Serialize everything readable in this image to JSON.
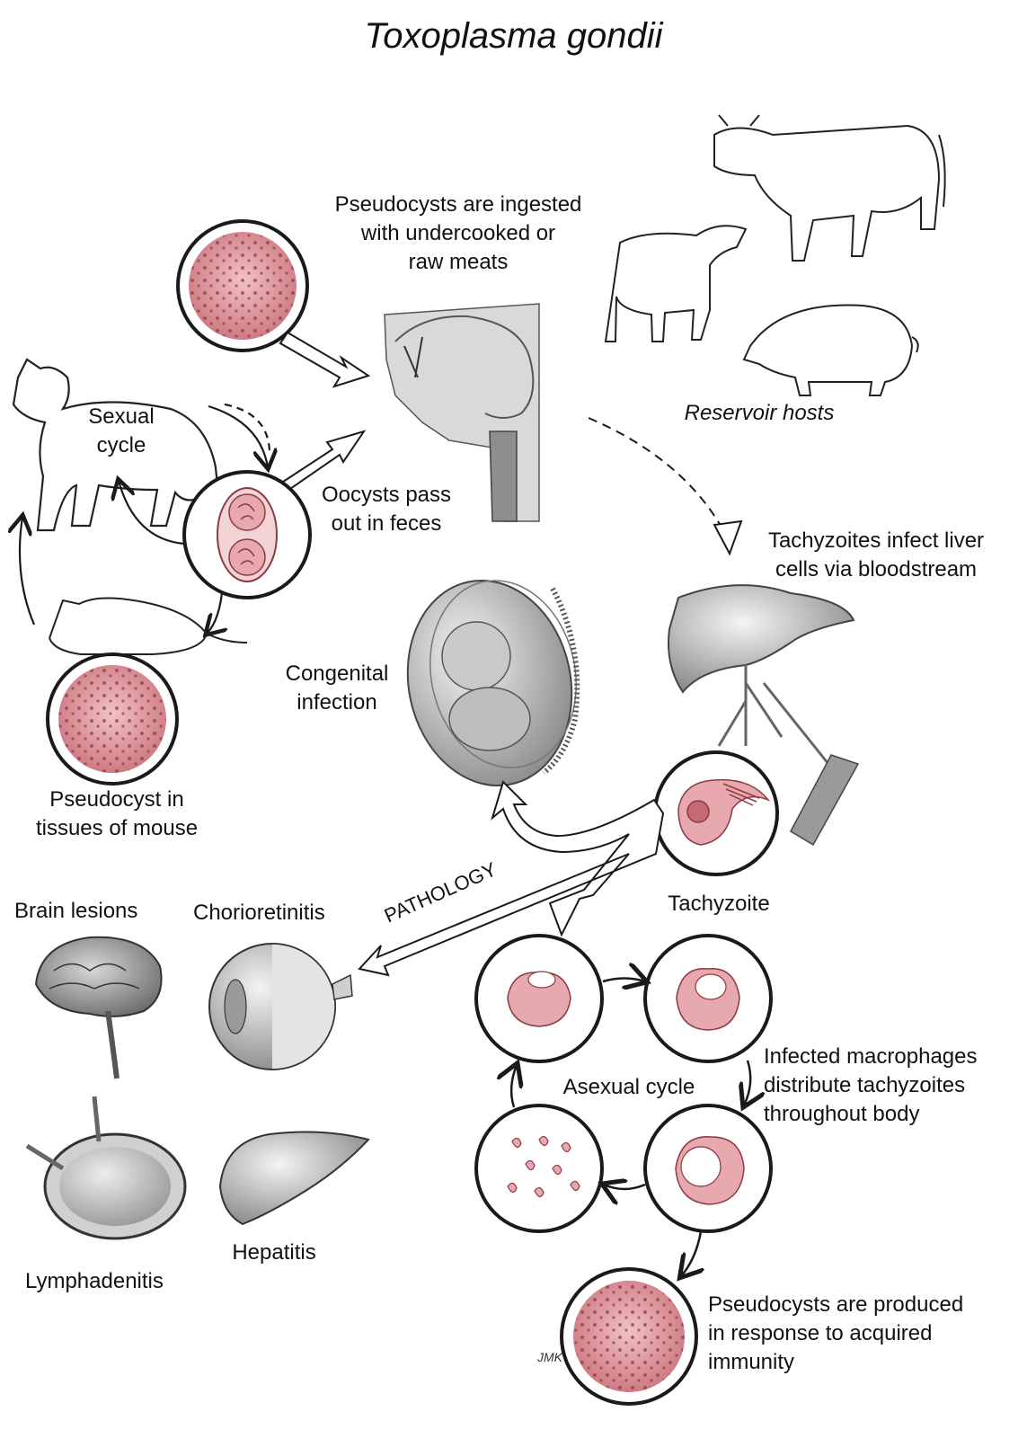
{
  "title": "Toxoplasma gondii",
  "labels": {
    "pseudocysts_ingested": "Pseudocysts are ingested\nwith undercooked or\nraw meats",
    "reservoir_hosts": "Reservoir hosts",
    "sexual_cycle": "Sexual\ncycle",
    "oocysts": "Oocysts pass\nout in feces",
    "tachyzoites_infect": "Tachyzoites infect liver\ncells via bloodstream",
    "congenital": "Congenital\ninfection",
    "pseudocyst_mouse": "Pseudocyst in\ntissues of mouse",
    "pathology": "PATHOLOGY",
    "tachyzoite": "Tachyzoite",
    "brain_lesions": "Brain lesions",
    "chorioretinitis": "Chorioretinitis",
    "asexual_cycle": "Asexual cycle",
    "infected_macrophages": "Infected macrophages\ndistribute tachyzoites\nthroughout body",
    "lymphadenitis": "Lymphadenitis",
    "hepatitis": "Hepatitis",
    "pseudocysts_produced": "Pseudocysts are produced\nin response to acquired\nimmunity",
    "signature": "JMK"
  },
  "colors": {
    "cyst_fill": "#e7a9ae",
    "cyst_dark": "#b9575f",
    "line": "#1a1a1a",
    "organ_gray": "#a9a9a9"
  }
}
